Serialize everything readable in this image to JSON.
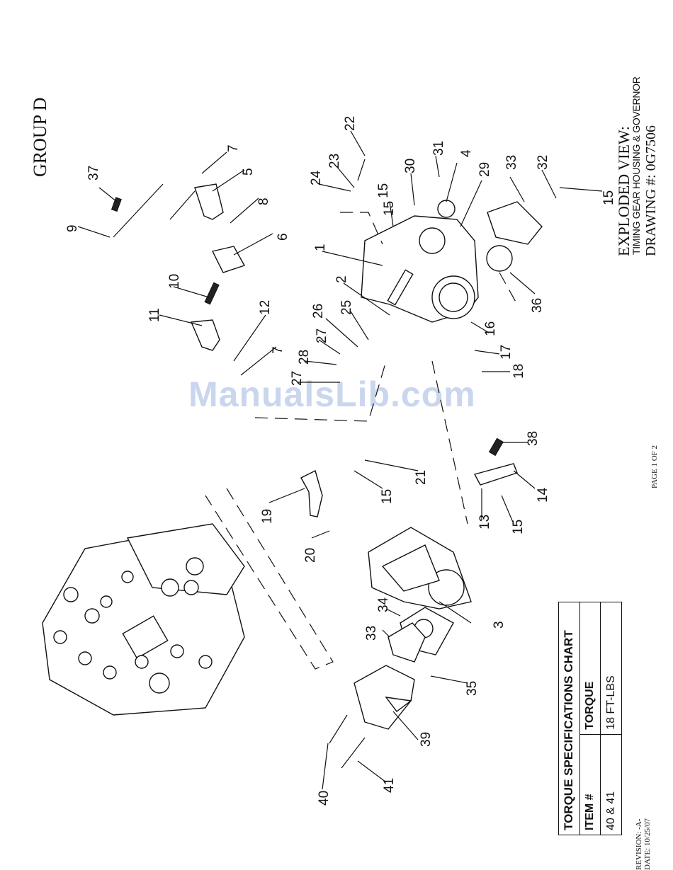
{
  "header": {
    "group": "GROUP D",
    "exploded_view": "EXPLODED VIEW:",
    "subtitle": "TIMING GEAR HOUSING & GOVERNOR",
    "drawing": "DRAWING #: 0G7506"
  },
  "footer": {
    "page": "PAGE 1 OF 2",
    "revision": "REVISION: -A-",
    "date": "DATE: 10/25/07"
  },
  "watermark": "ManualsLib.com",
  "torque_chart": {
    "title": "TORQUE SPECIFICATIONS CHART",
    "columns": [
      "ITEM #",
      "TORQUE"
    ],
    "rows": [
      [
        "40 & 41",
        "18 FT-LBS"
      ]
    ]
  },
  "callouts": [
    "1",
    "2",
    "3",
    "4",
    "5",
    "6",
    "7",
    "7",
    "8",
    "9",
    "10",
    "11",
    "12",
    "13",
    "14",
    "15",
    "15",
    "15",
    "15",
    "15",
    "16",
    "17",
    "18",
    "19",
    "20",
    "21",
    "22",
    "23",
    "24",
    "25",
    "26",
    "27",
    "27",
    "28",
    "29",
    "30",
    "31",
    "32",
    "33",
    "33",
    "34",
    "35",
    "36",
    "37",
    "38",
    "39",
    "40",
    "41"
  ]
}
